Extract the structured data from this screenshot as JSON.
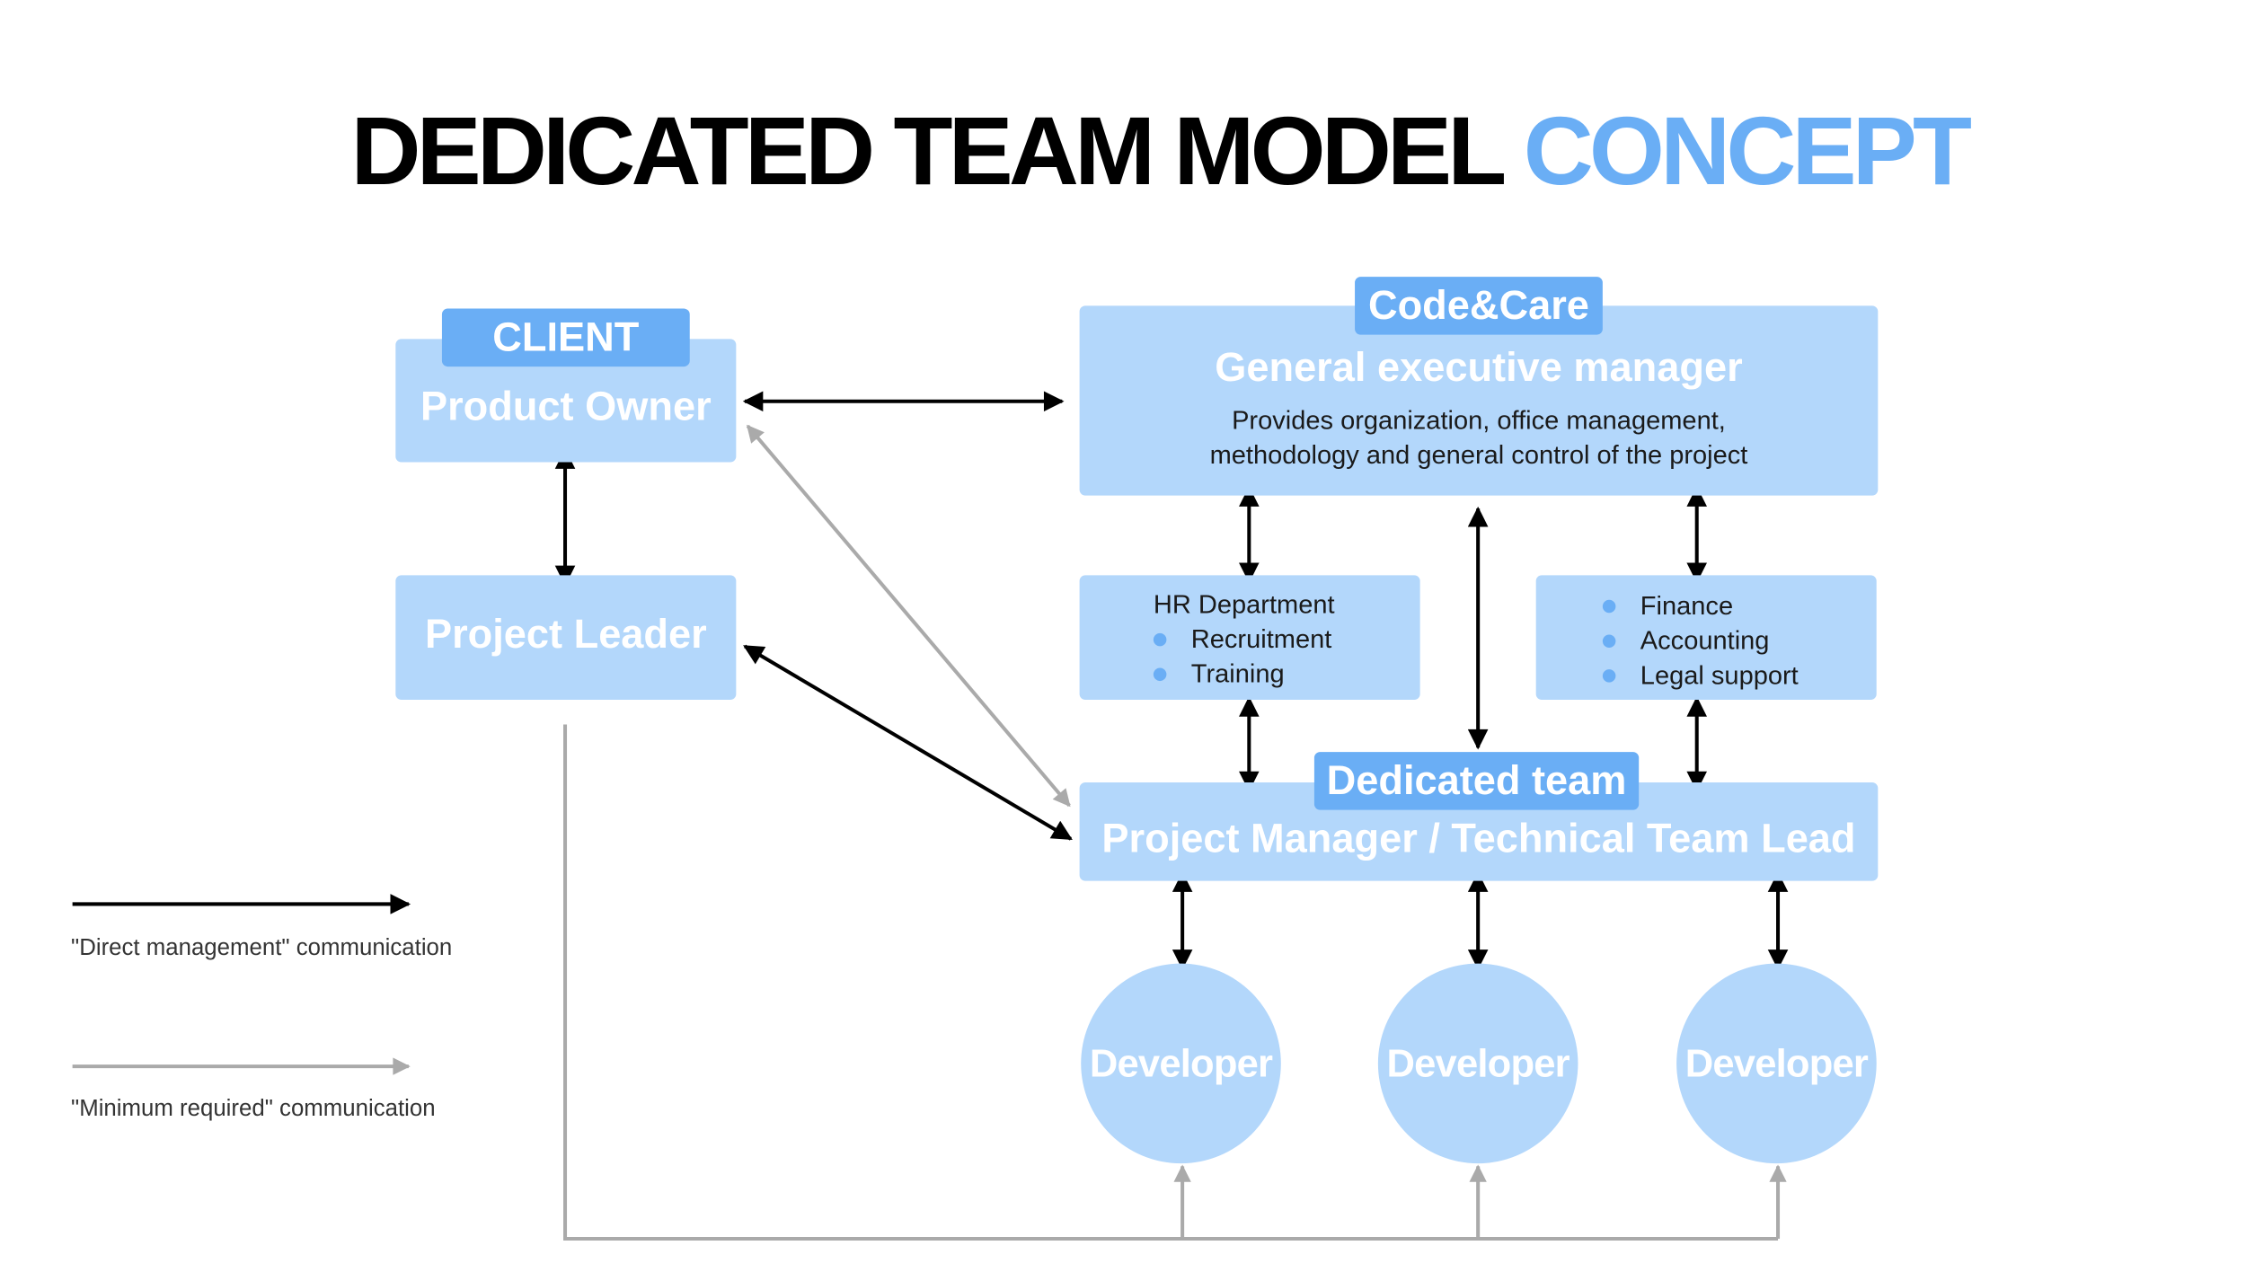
{
  "title": {
    "main": "DEDICATED TEAM MODEL",
    "accent": "CONCEPT"
  },
  "client": {
    "tag": "CLIENT",
    "product_owner": "Product Owner",
    "project_leader": "Project Leader"
  },
  "company": {
    "tag": "Code&Care",
    "gem_title": "General executive manager",
    "gem_desc_line1": "Provides organization, office management,",
    "gem_desc_line2": "methodology and general control of the project"
  },
  "hr": {
    "title": "HR Department",
    "items": [
      "Recruitment",
      "Training"
    ]
  },
  "finance": {
    "items": [
      "Finance",
      "Accounting",
      "Legal support"
    ]
  },
  "team": {
    "tag": "Dedicated team",
    "title": "Project Manager / Technical Team Lead"
  },
  "developers": [
    "Developer",
    "Developer",
    "Developer"
  ],
  "legend": {
    "direct": "\"Direct management\" communication",
    "minimum": "\"Minimum required\" communication"
  },
  "colors": {
    "box": "#b3d7fb",
    "accent": "#6aaef5",
    "direct_arrow": "#000000",
    "minimum_arrow": "#aaaaaa"
  }
}
